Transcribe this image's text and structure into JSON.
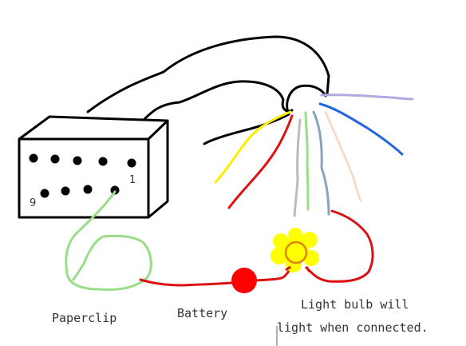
{
  "connector": {
    "pin_first": "1",
    "pin_last": "9"
  },
  "labels": {
    "paperclip": "Paperclip",
    "battery": "Battery",
    "bulb_line1": "Light bulb will",
    "bulb_line2": "light when connected."
  },
  "colors": {
    "outline": "#000000",
    "wire_red": "#dd1111",
    "wire_yellow": "#ffee00",
    "wire_green": "#99dd88",
    "wire_grey": "#bbbbbb",
    "wire_bluegrey": "#88a4bb",
    "wire_peach": "#f4dcc8",
    "wire_lilac": "#b7a7e0",
    "wire_blue": "#2266dd",
    "battery": "#ff0000",
    "bulb_glow": "#ffff00",
    "bulb_ring": "#dd8800"
  }
}
